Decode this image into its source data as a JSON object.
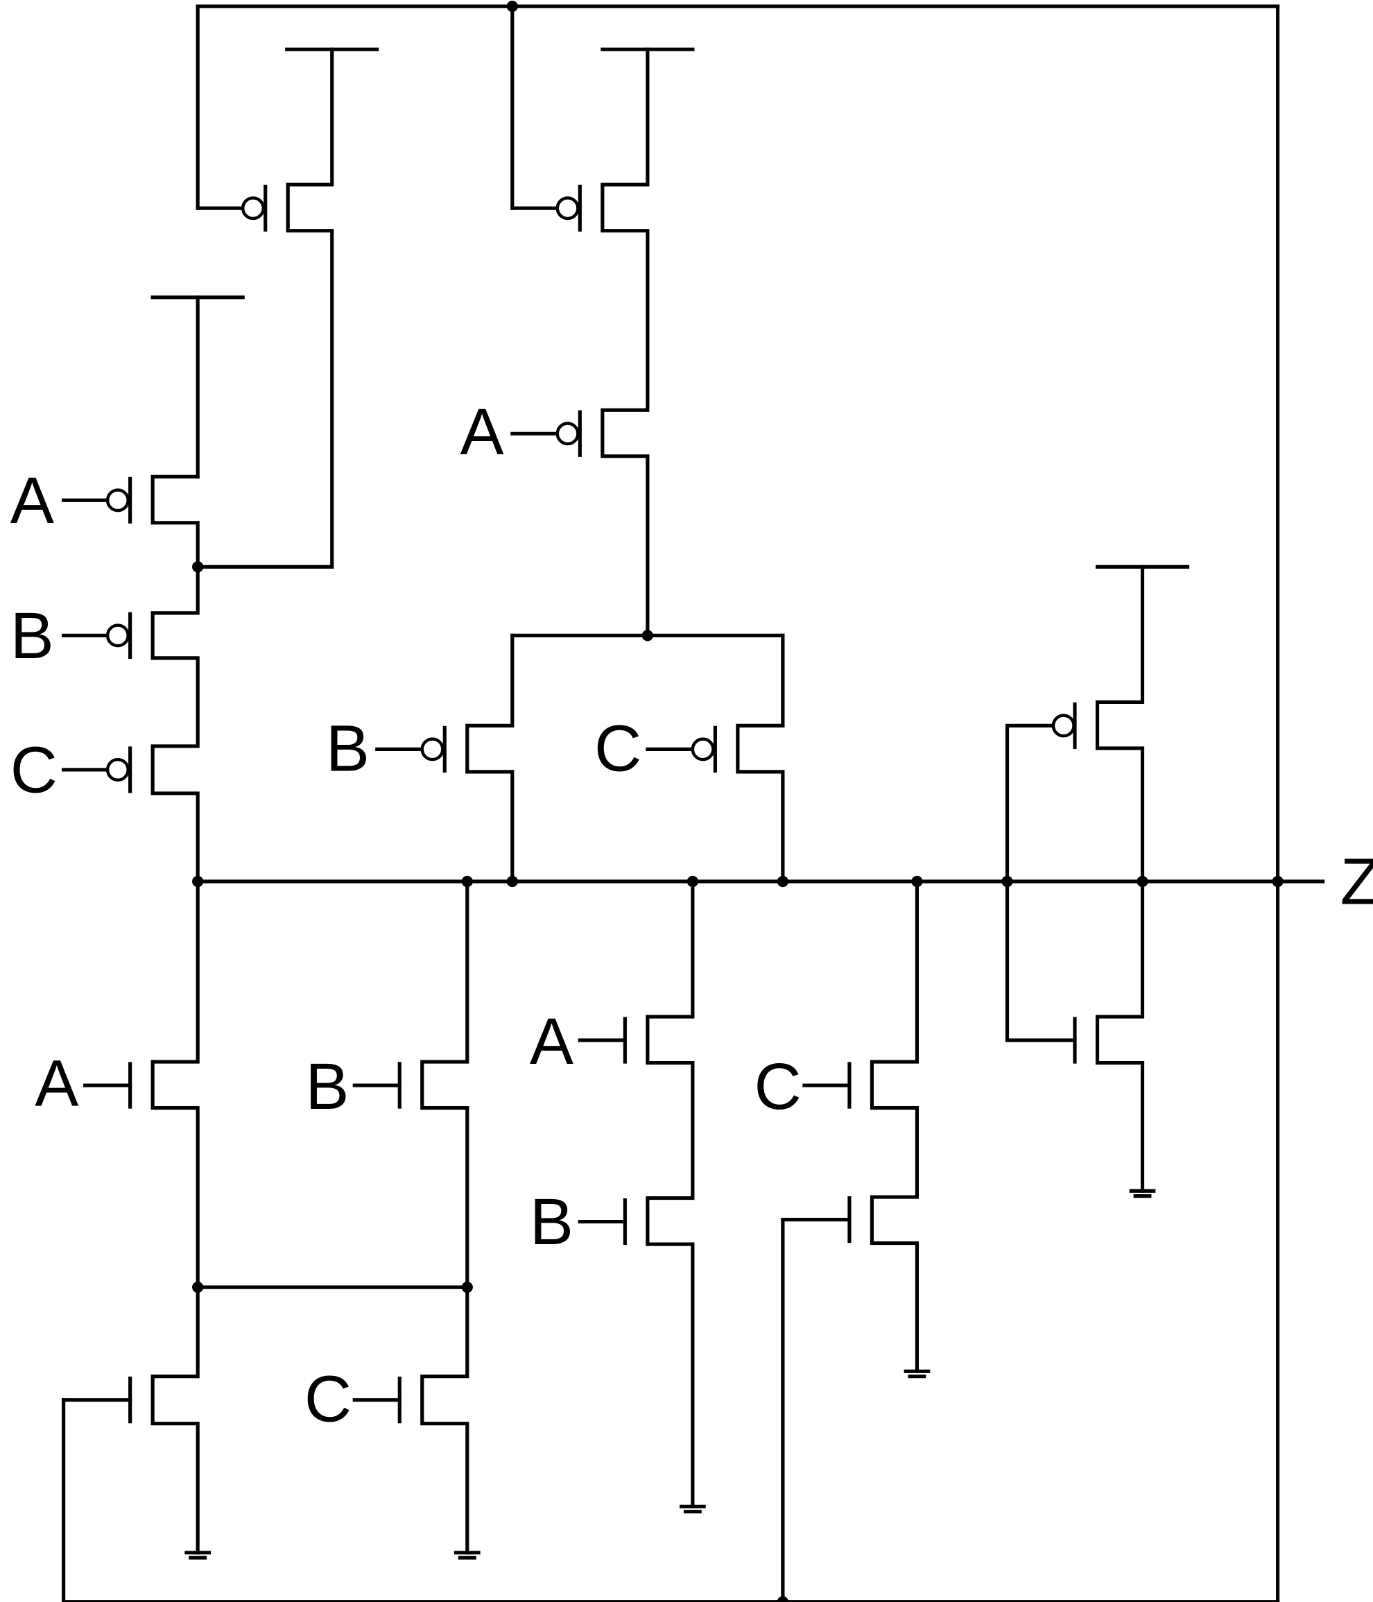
{
  "inputs": {
    "a": "A",
    "b": "B",
    "c": "C"
  },
  "output": {
    "z": "Z"
  },
  "colors": {
    "wire": "#000000",
    "background": "#ffffff"
  }
}
